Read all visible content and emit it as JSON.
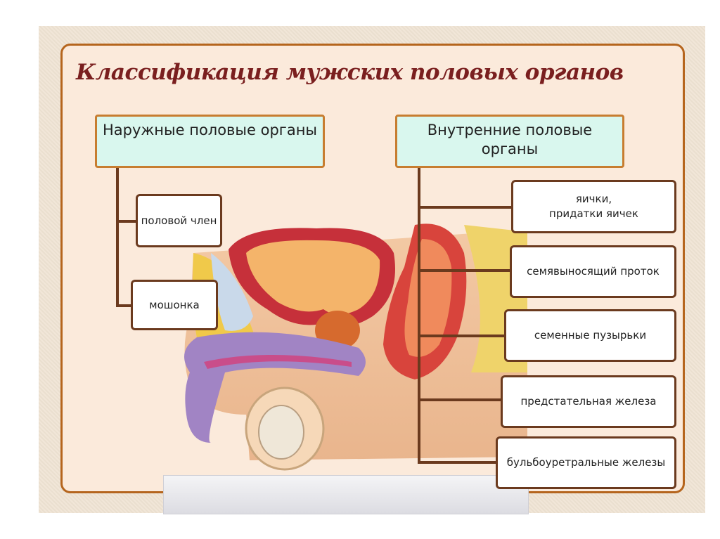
{
  "title": "Классификация мужских половых органов",
  "categories": {
    "external": "Наружные половые органы",
    "internal": "Внутренние половые органы"
  },
  "external_items": [
    "половой член",
    "мошонка"
  ],
  "internal_items": [
    "яички,\nпридатки яичек",
    "семявыносящий проток",
    "семенные пузырьки",
    "предстательная железа",
    "бульбоуретральные железы"
  ],
  "colors": {
    "frame": "#b5651d",
    "title": "#7a1f1f",
    "category_fill": "#d9f7ee",
    "connector": "#6b3a1e"
  }
}
